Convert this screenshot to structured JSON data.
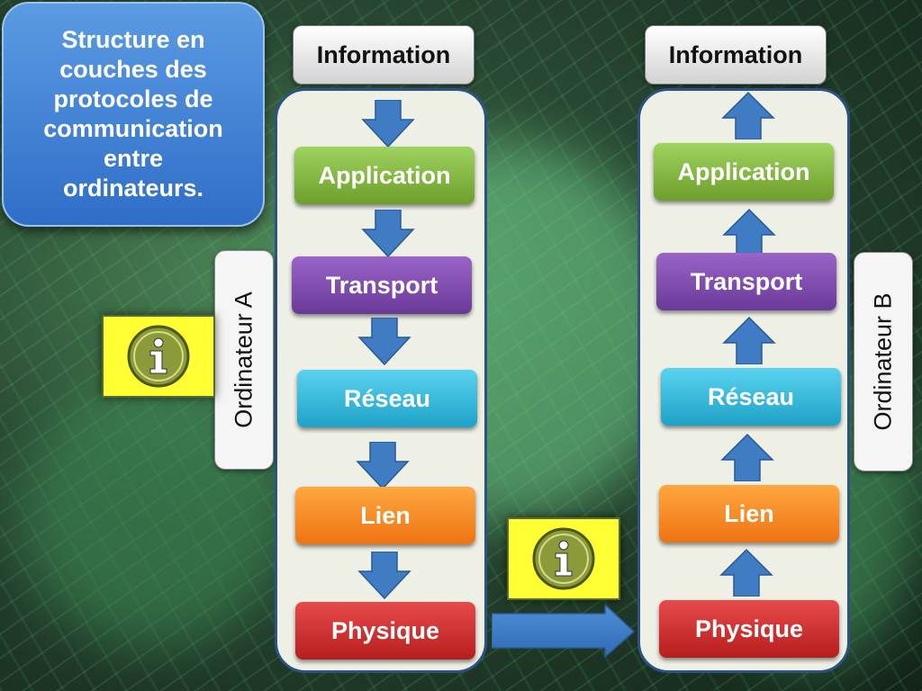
{
  "title": "Structure en\ncouches des\nprotocoles de\ncommunication\nentre\nordinateurs.",
  "computer_a": {
    "label": "Ordinateur A",
    "header": "Information",
    "layers": [
      "Application",
      "Transport",
      "Réseau",
      "Lien",
      "Physique"
    ],
    "flow": "down"
  },
  "computer_b": {
    "label": "Ordinateur B",
    "header": "Information",
    "layers": [
      "Application",
      "Transport",
      "Réseau",
      "Lien",
      "Physique"
    ],
    "flow": "up"
  },
  "icons": [
    "info-icon",
    "down-arrow-icon",
    "up-arrow-icon",
    "right-arrow-icon"
  ],
  "colors": {
    "title_box": "#3b7fd4",
    "application": "#7fb13c",
    "transport": "#7b4aa9",
    "reseau": "#2cb6dc",
    "lien": "#f58b22",
    "physique": "#cc2c2c",
    "arrow": "#3f7cc4",
    "info_badge": "#ffff33"
  }
}
